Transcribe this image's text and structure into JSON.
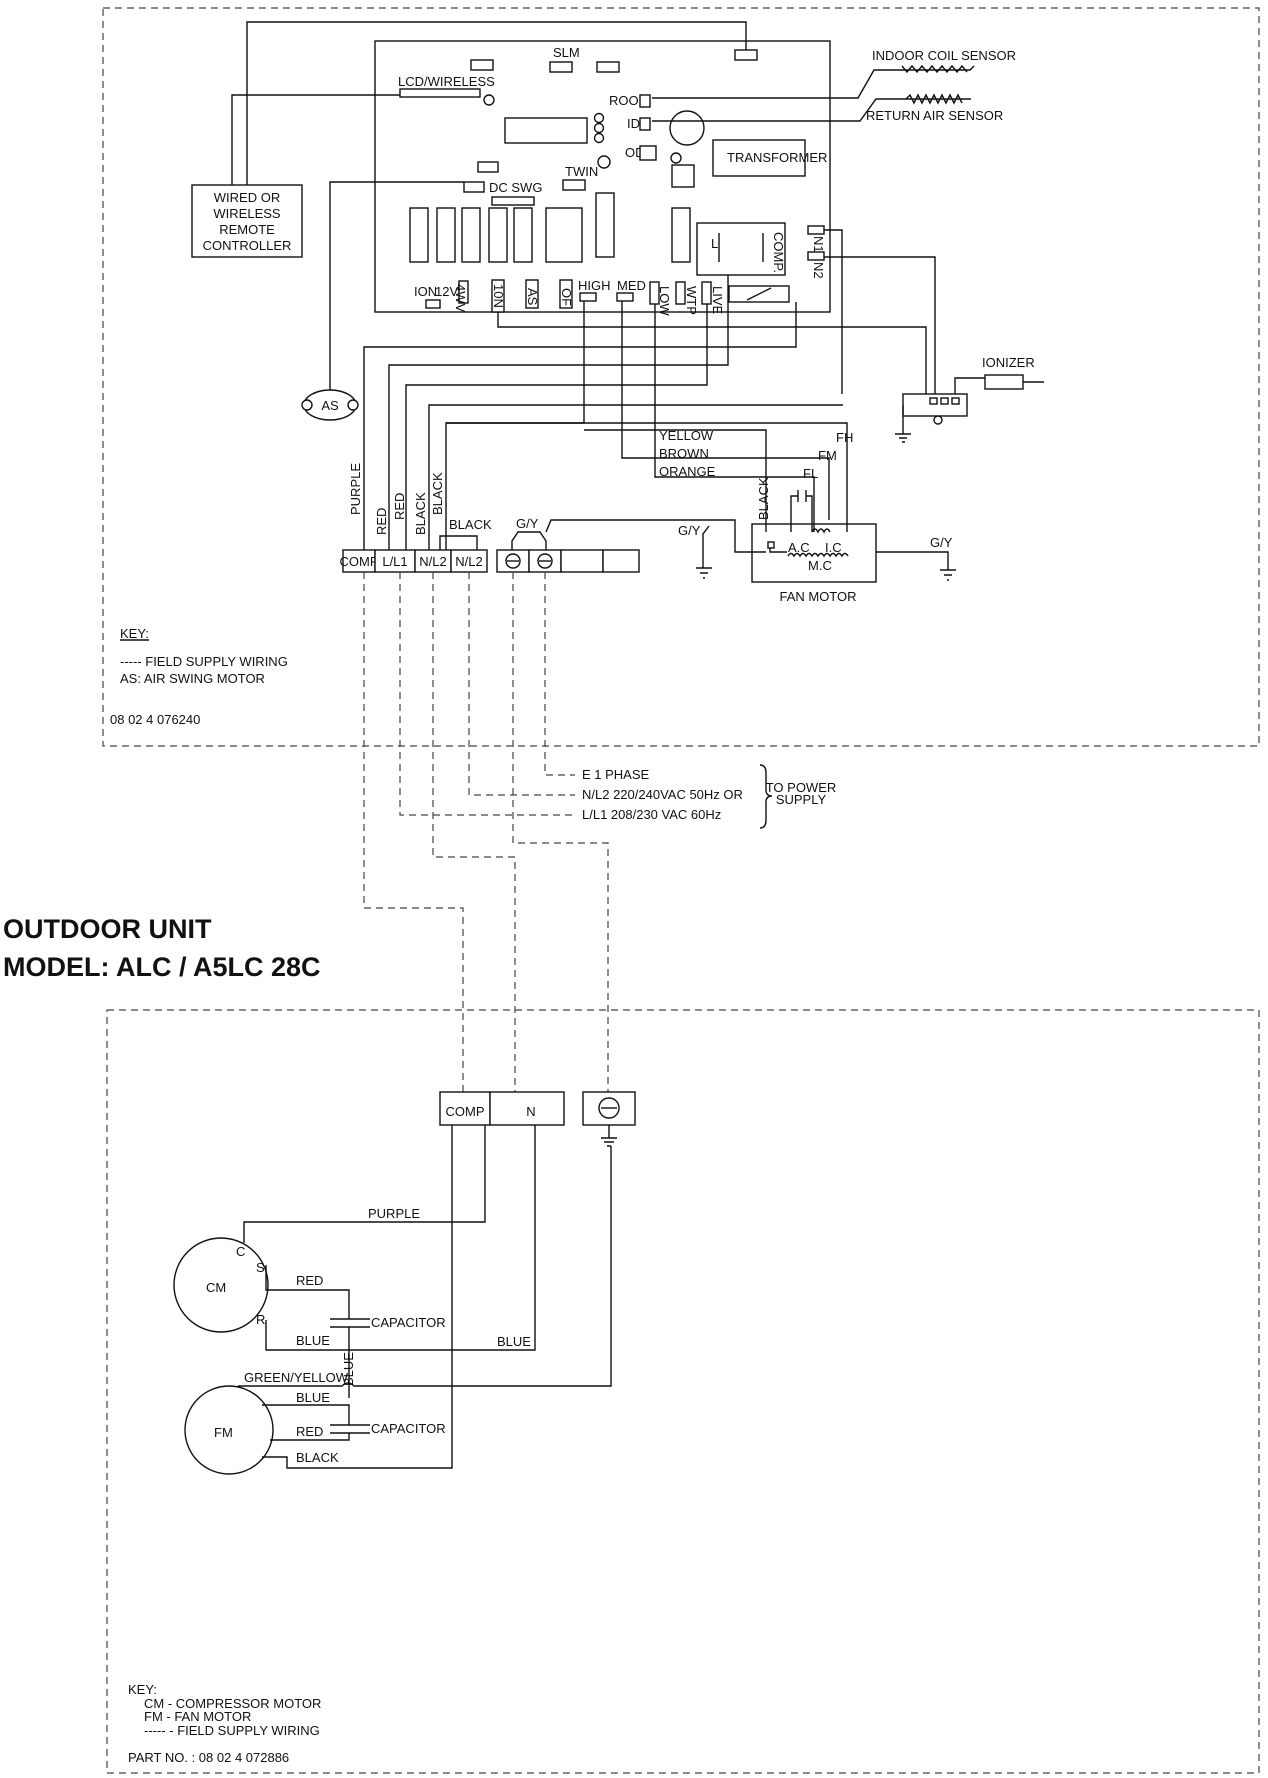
{
  "indoor": {
    "board": {
      "slm": "SLM",
      "lcd_wireless": "LCD/WIRELESS",
      "room": "ROOM",
      "id": "ID",
      "od": "OD",
      "transformer": "TRANSFORMER",
      "twin": "TWIN",
      "dc_swg": "DC SWG",
      "l": "L",
      "comp": "COMP.",
      "n1": "N1",
      "n2": "N2",
      "terminals": [
        "ION",
        "12V",
        "4WV",
        "10N",
        "AS",
        "OF",
        "HIGH",
        "MED",
        "LOW",
        "WTP",
        "LIVE"
      ]
    },
    "sensors": {
      "indoor_coil": "INDOOR COIL SENSOR",
      "return_air": "RETURN AIR SENSOR"
    },
    "remote_controller": [
      "WIRED OR",
      "WIRELESS",
      "REMOTE",
      "CONTROLLER"
    ],
    "air_swing_label": "AS",
    "ionizer": "IONIZER",
    "wire_colors": {
      "purple": "PURPLE",
      "red_1": "RED",
      "red_2": "RED",
      "black_1": "BLACK",
      "black_2": "BLACK",
      "black_jumper": "BLACK",
      "gy_1": "G/Y",
      "gy_2": "G/Y",
      "gy_3": "G/Y",
      "yellow": "YELLOW",
      "brown": "BROWN",
      "orange": "ORANGE",
      "black_motor": "BLACK"
    },
    "fan_motor": {
      "title": "FAN MOTOR",
      "fh": "FH",
      "fm": "FM",
      "fl": "FL",
      "ac": "A.C",
      "ic": "I.C",
      "mc": "M.C"
    },
    "terminal_block": [
      "COMP",
      "L/L1",
      "N/L2",
      "N/L2"
    ],
    "key": {
      "title": "KEY:",
      "field_supply": "----- FIELD SUPPLY WIRING",
      "air_swing": "AS: AIR SWING MOTOR"
    },
    "drawing_no": "08 02 4 076240"
  },
  "power_supply": {
    "e_line": "E 1 PHASE",
    "n_line": "N/L2 220/240VAC 50Hz OR",
    "l_line": "L/L1 208/230 VAC 60Hz",
    "to_power": [
      "TO POWER",
      "SUPPLY"
    ]
  },
  "outdoor": {
    "title_line1": "OUTDOOR UNIT",
    "title_line2": "MODEL: ALC / A5LC 28C",
    "terminal_comp": "COMP",
    "terminal_n": "N",
    "wires": {
      "purple": "PURPLE",
      "red_cm": "RED",
      "blue_cm": "BLUE",
      "blue_n": "BLUE",
      "blue_vertical": "BLUE",
      "green_yellow": "GREEN/YELLOW",
      "blue_fm": "BLUE",
      "red_fm": "RED",
      "black_fm": "BLACK"
    },
    "capacitor_1": "CAPACITOR",
    "capacitor_2": "CAPACITOR",
    "compressor": {
      "label": "CM",
      "c": "C",
      "s": "S",
      "r": "R"
    },
    "fan_motor_label": "FM",
    "key": {
      "title": "KEY:",
      "cm": "CM - COMPRESSOR MOTOR",
      "fm": "FM - FAN MOTOR",
      "field": "----- - FIELD SUPPLY WIRING"
    },
    "part_no": "PART NO. : 08 02 4 072886"
  }
}
